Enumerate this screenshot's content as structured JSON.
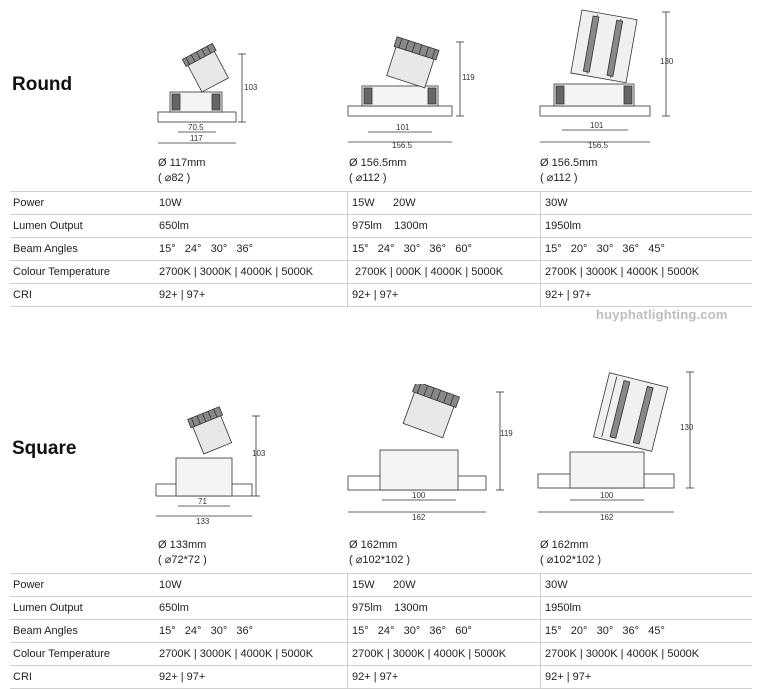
{
  "round": {
    "title": "Round",
    "drawings": [
      {
        "height": "103",
        "width_outer": "117",
        "width_inner": "70.5"
      },
      {
        "height": "119",
        "width_outer": "156.5",
        "width_inner": "101"
      },
      {
        "height": "130",
        "width_outer": "156.5",
        "width_inner": "101"
      }
    ],
    "cutouts": [
      {
        "diameter": "Ø 117mm",
        "cut": "( ⌀82 )"
      },
      {
        "diameter": "Ø 156.5mm",
        "cut": "( ⌀112 )"
      },
      {
        "diameter": "Ø 156.5mm",
        "cut": "( ⌀112 )"
      }
    ],
    "rows": [
      {
        "label": "Power",
        "c1": "10W",
        "c2": "15W      20W",
        "c3": "30W"
      },
      {
        "label": "Lumen Output",
        "c1": "650lm",
        "c2": "975lm    1300m",
        "c3": "1950lm"
      },
      {
        "label": "Beam Angles",
        "c1": "15°   24°   30°   36°",
        "c2": "15°   24°   30°   36°   60°",
        "c3": "15°   20°   30°   36°   45°"
      },
      {
        "label": "Colour Temperature",
        "c1": "2700K | 3000K | 4000K | 5000K",
        "c2": " 2700K | 000K | 4000K | 5000K",
        "c3": "2700K | 3000K | 4000K | 5000K"
      },
      {
        "label": "CRI",
        "c1": "92+ | 97+",
        "c2": "92+ | 97+",
        "c3": "92+ | 97+"
      }
    ]
  },
  "watermark": "huyphatlighting.com",
  "square": {
    "title": "Square",
    "drawings": [
      {
        "height": "103",
        "width_outer": "133",
        "width_inner": "71"
      },
      {
        "height": "119",
        "width_outer": "162",
        "width_inner": "100"
      },
      {
        "height": "130",
        "width_outer": "162",
        "width_inner": "100"
      }
    ],
    "cutouts": [
      {
        "diameter": "Ø 133mm",
        "cut": "( ⌀72*72 )"
      },
      {
        "diameter": "Ø 162mm",
        "cut": "( ⌀102*102 )"
      },
      {
        "diameter": "Ø 162mm",
        "cut": "( ⌀102*102 )"
      }
    ],
    "rows": [
      {
        "label": "Power",
        "c1": "10W",
        "c2": "15W      20W",
        "c3": "30W"
      },
      {
        "label": "Lumen Output",
        "c1": "650lm",
        "c2": "975lm    1300m",
        "c3": "1950lm"
      },
      {
        "label": "Beam Angles",
        "c1": "15°   24°   30°   36°",
        "c2": "15°   24°   30°   36°   60°",
        "c3": "15°   20°   30°   36°   45°"
      },
      {
        "label": "Colour Temperature",
        "c1": "2700K | 3000K | 4000K | 5000K",
        "c2": "2700K | 3000K | 4000K | 5000K",
        "c3": "2700K | 3000K | 4000K | 5000K"
      },
      {
        "label": "CRI",
        "c1": "92+ | 97+",
        "c2": "92+ | 97+",
        "c3": "92+ | 97+"
      }
    ]
  }
}
